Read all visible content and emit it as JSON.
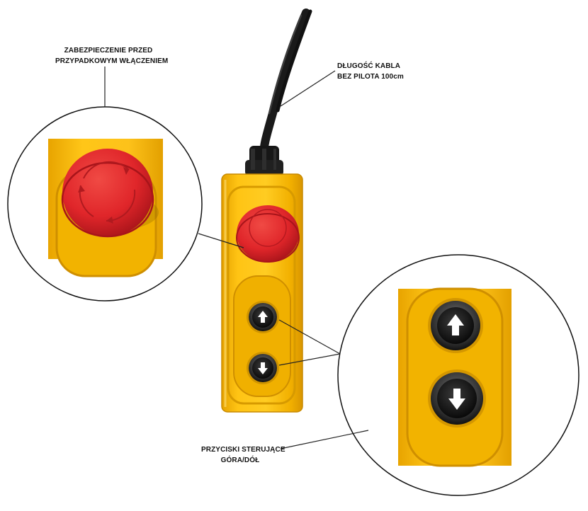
{
  "annotations": {
    "protection": {
      "line1": "ZABEZPIECZENIE PRZED",
      "line2": "PRZYPADKOWYM WŁĄCZENIEM"
    },
    "cable": {
      "line1": "DŁUGOŚĆ KABLA",
      "line2": "BEZ PILOTA 100cm"
    },
    "buttons": {
      "line1": "PRZYCISKI STERUJĄCE",
      "line2": "GÓRA/DÓŁ"
    }
  },
  "colors": {
    "housing_yellow": "#f5b800",
    "housing_dark": "#d99700",
    "housing_light": "#ffd23a",
    "stop_red": "#e02228",
    "stop_dark": "#a8141a",
    "cable_black": "#1a1a1a",
    "button_black": "#141414"
  },
  "icons": [
    "arrow-up-icon",
    "arrow-down-icon",
    "rotate-arrows-icon"
  ]
}
